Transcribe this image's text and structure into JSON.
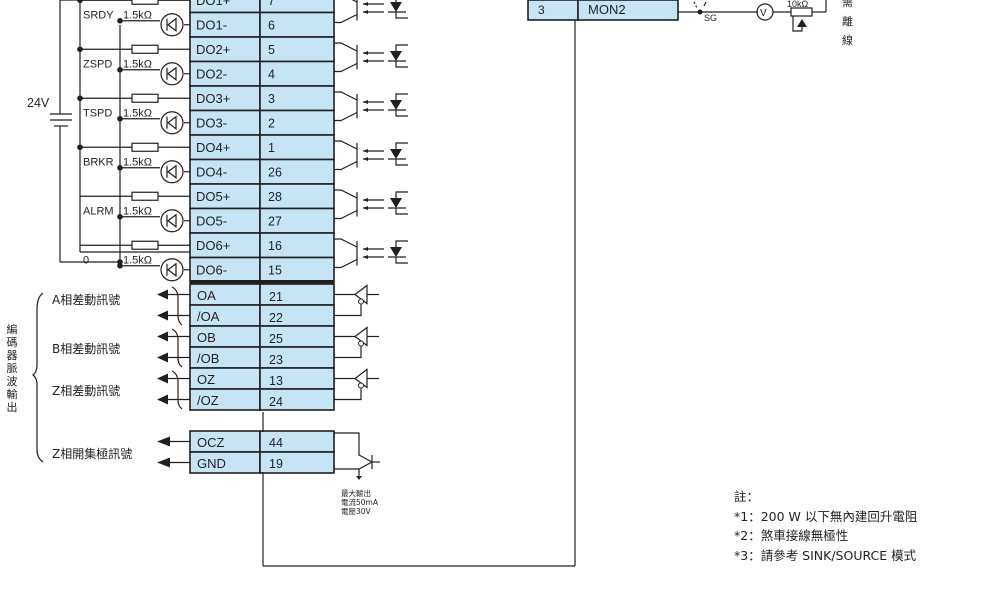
{
  "diagram": {
    "title": "Servo drive CN1 digital output and encoder pulse output wiring",
    "power_supply": {
      "label": "24V"
    },
    "digital_outputs": [
      {
        "signal": "SRDY",
        "resistor": "1.5kΩ",
        "plus": {
          "name": "DO1+",
          "pin": "7"
        },
        "minus": {
          "name": "DO1-",
          "pin": "6"
        }
      },
      {
        "signal": "ZSPD",
        "resistor": "1.5kΩ",
        "plus": {
          "name": "DO2+",
          "pin": "5"
        },
        "minus": {
          "name": "DO2-",
          "pin": "4"
        }
      },
      {
        "signal": "TSPD",
        "resistor": "1.5kΩ",
        "plus": {
          "name": "DO3+",
          "pin": "3"
        },
        "minus": {
          "name": "DO3-",
          "pin": "2"
        }
      },
      {
        "signal": "BRKR",
        "resistor": "1.5kΩ",
        "plus": {
          "name": "DO4+",
          "pin": "1"
        },
        "minus": {
          "name": "DO4-",
          "pin": "26"
        }
      },
      {
        "signal": "ALRM",
        "resistor": "1.5kΩ",
        "plus": {
          "name": "DO5+",
          "pin": "28"
        },
        "minus": {
          "name": "DO5-",
          "pin": "27"
        }
      },
      {
        "signal": "0",
        "resistor": "1.5kΩ",
        "plus": {
          "name": "DO6+",
          "pin": "16"
        },
        "minus": {
          "name": "DO6-",
          "pin": "15"
        }
      }
    ],
    "encoder_outputs": {
      "group_label": [
        "編",
        "碼",
        "器",
        "脈",
        "波",
        "輸",
        "出"
      ],
      "differential": [
        {
          "label": "A相差動訊號",
          "rows": [
            {
              "name": "OA",
              "pin": "21"
            },
            {
              "name": "/OA",
              "pin": "22"
            }
          ]
        },
        {
          "label": "B相差動訊號",
          "rows": [
            {
              "name": "OB",
              "pin": "25"
            },
            {
              "name": "/OB",
              "pin": "23"
            }
          ]
        },
        {
          "label": "Z相差動訊號",
          "rows": [
            {
              "name": "OZ",
              "pin": "13"
            },
            {
              "name": "/OZ",
              "pin": "24"
            }
          ]
        }
      ],
      "open_collector": {
        "label": "Z相開集極訊號",
        "rows": [
          {
            "name": "OCZ",
            "pin": "44"
          },
          {
            "name": "GND",
            "pin": "19"
          }
        ],
        "spec": [
          "最大輸出",
          "電流50mA",
          "電壓30V"
        ]
      }
    },
    "analog_monitor": {
      "pin": "3",
      "name": "MON2",
      "ground_label": "SG",
      "meter_label": "V",
      "pot_label": "10kΩ",
      "side_text": [
        "需",
        "離",
        "線"
      ]
    },
    "notes": {
      "heading": "註：",
      "items": [
        "*1：200 W 以下無內建回升電阻",
        "*2：煞車接線無極性",
        "*3：請參考 SINK/SOURCE 模式"
      ]
    }
  }
}
